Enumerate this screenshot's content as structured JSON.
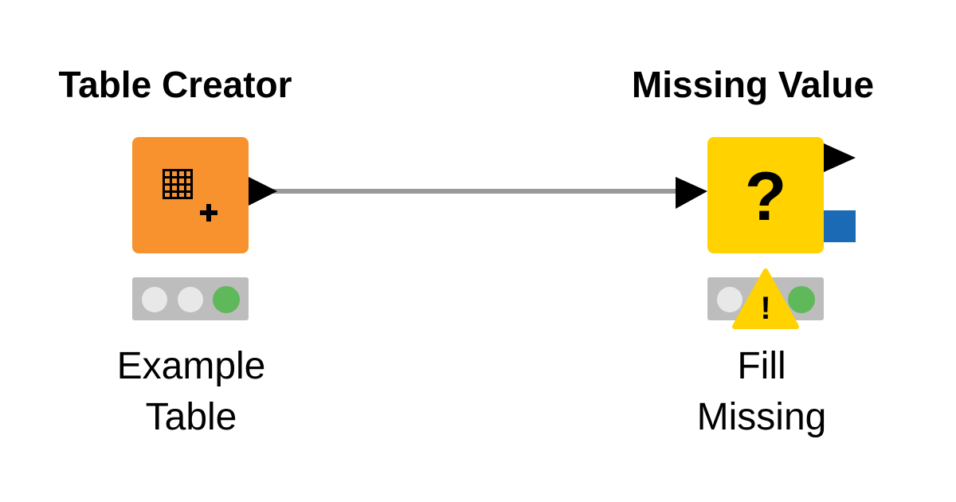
{
  "nodes": [
    {
      "name": "Table Creator",
      "description_lines": [
        "Example",
        "Table"
      ],
      "body_color": "#F7922E",
      "icon": "table-plus-icon",
      "status": "executed",
      "status_lights": [
        "#E8E8E8",
        "#E8E8E8",
        "#5FB85A"
      ]
    },
    {
      "name": "Missing Value",
      "description_lines": [
        "Fill",
        "Missing"
      ],
      "body_color": "#FFD200",
      "icon": "question-mark-icon",
      "icon_text": "?",
      "status": "executed-with-warning",
      "warning_icon": "warning-triangle-icon",
      "warning_text": "!",
      "status_lights": [
        "#E8E8E8",
        "#E8E8E8",
        "#5FB85A"
      ]
    }
  ],
  "connection": {
    "from": "Table Creator",
    "to": "Missing Value",
    "color": "#999999"
  },
  "colors": {
    "port_data": "#000000",
    "port_model": "#1A6AB5",
    "status_panel": "#BDBDBD",
    "warning": "#FFD200"
  }
}
